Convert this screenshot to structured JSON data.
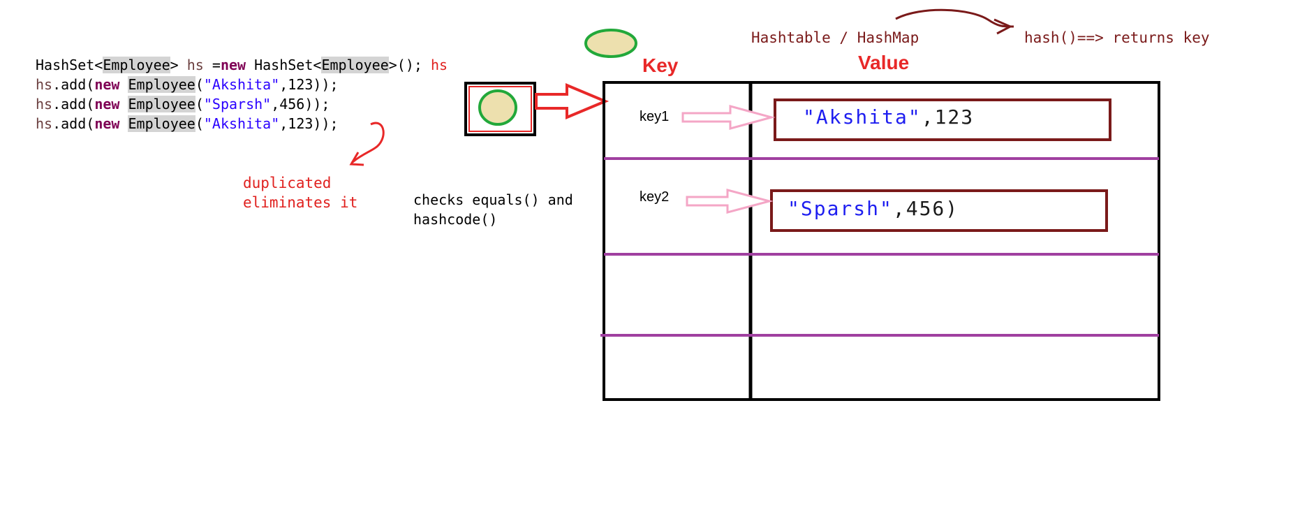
{
  "code": {
    "line1": {
      "t1": "HashSet<",
      "t2": "Employee",
      "t3": "> ",
      "t4": "hs",
      "t5": " =",
      "t6": "new",
      "t7": " HashSet<",
      "t8": "Employee",
      "t9": ">(); ",
      "t10": "hs"
    },
    "line2": {
      "t1": "hs",
      "t2": ".add(",
      "t3": "new",
      "t4": " ",
      "t5": "Employee",
      "t6": "(",
      "t7": "\"Akshita\"",
      "t8": ",123));"
    },
    "line3": {
      "t1": "hs",
      "t2": ".add(",
      "t3": "new",
      "t4": " ",
      "t5": "Employee",
      "t6": "(",
      "t7": "\"Sparsh\"",
      "t8": ",456));"
    },
    "line4": {
      "t1": "hs",
      "t2": ".add(",
      "t3": "new",
      "t4": " ",
      "t5": "Employee",
      "t6": "(",
      "t7": "\"Akshita\"",
      "t8": ",123));"
    }
  },
  "annotations": {
    "duplicated_line1": "duplicated",
    "duplicated_line2": "eliminates it",
    "checks_line1": "checks equals() and",
    "checks_line2": "hashcode()",
    "hashtable_title": "Hashtable / HashMap",
    "hash_note": "hash()==> returns key"
  },
  "table": {
    "key_heading": "Key",
    "value_heading": "Value",
    "rows": [
      {
        "key": "key1",
        "value_text": "\"Akshita\"",
        "value_num": ",123"
      },
      {
        "key": "key2",
        "value_text": "\"Sparsh\"",
        "value_num": ",456)"
      }
    ]
  },
  "colors": {
    "red": "#e82828",
    "dark_red": "#7a1a1a",
    "purple_line": "#a040a0",
    "pink_arrow": "#f4a6c6",
    "oval_fill": "#ede0ae",
    "oval_stroke": "#22a83a"
  }
}
